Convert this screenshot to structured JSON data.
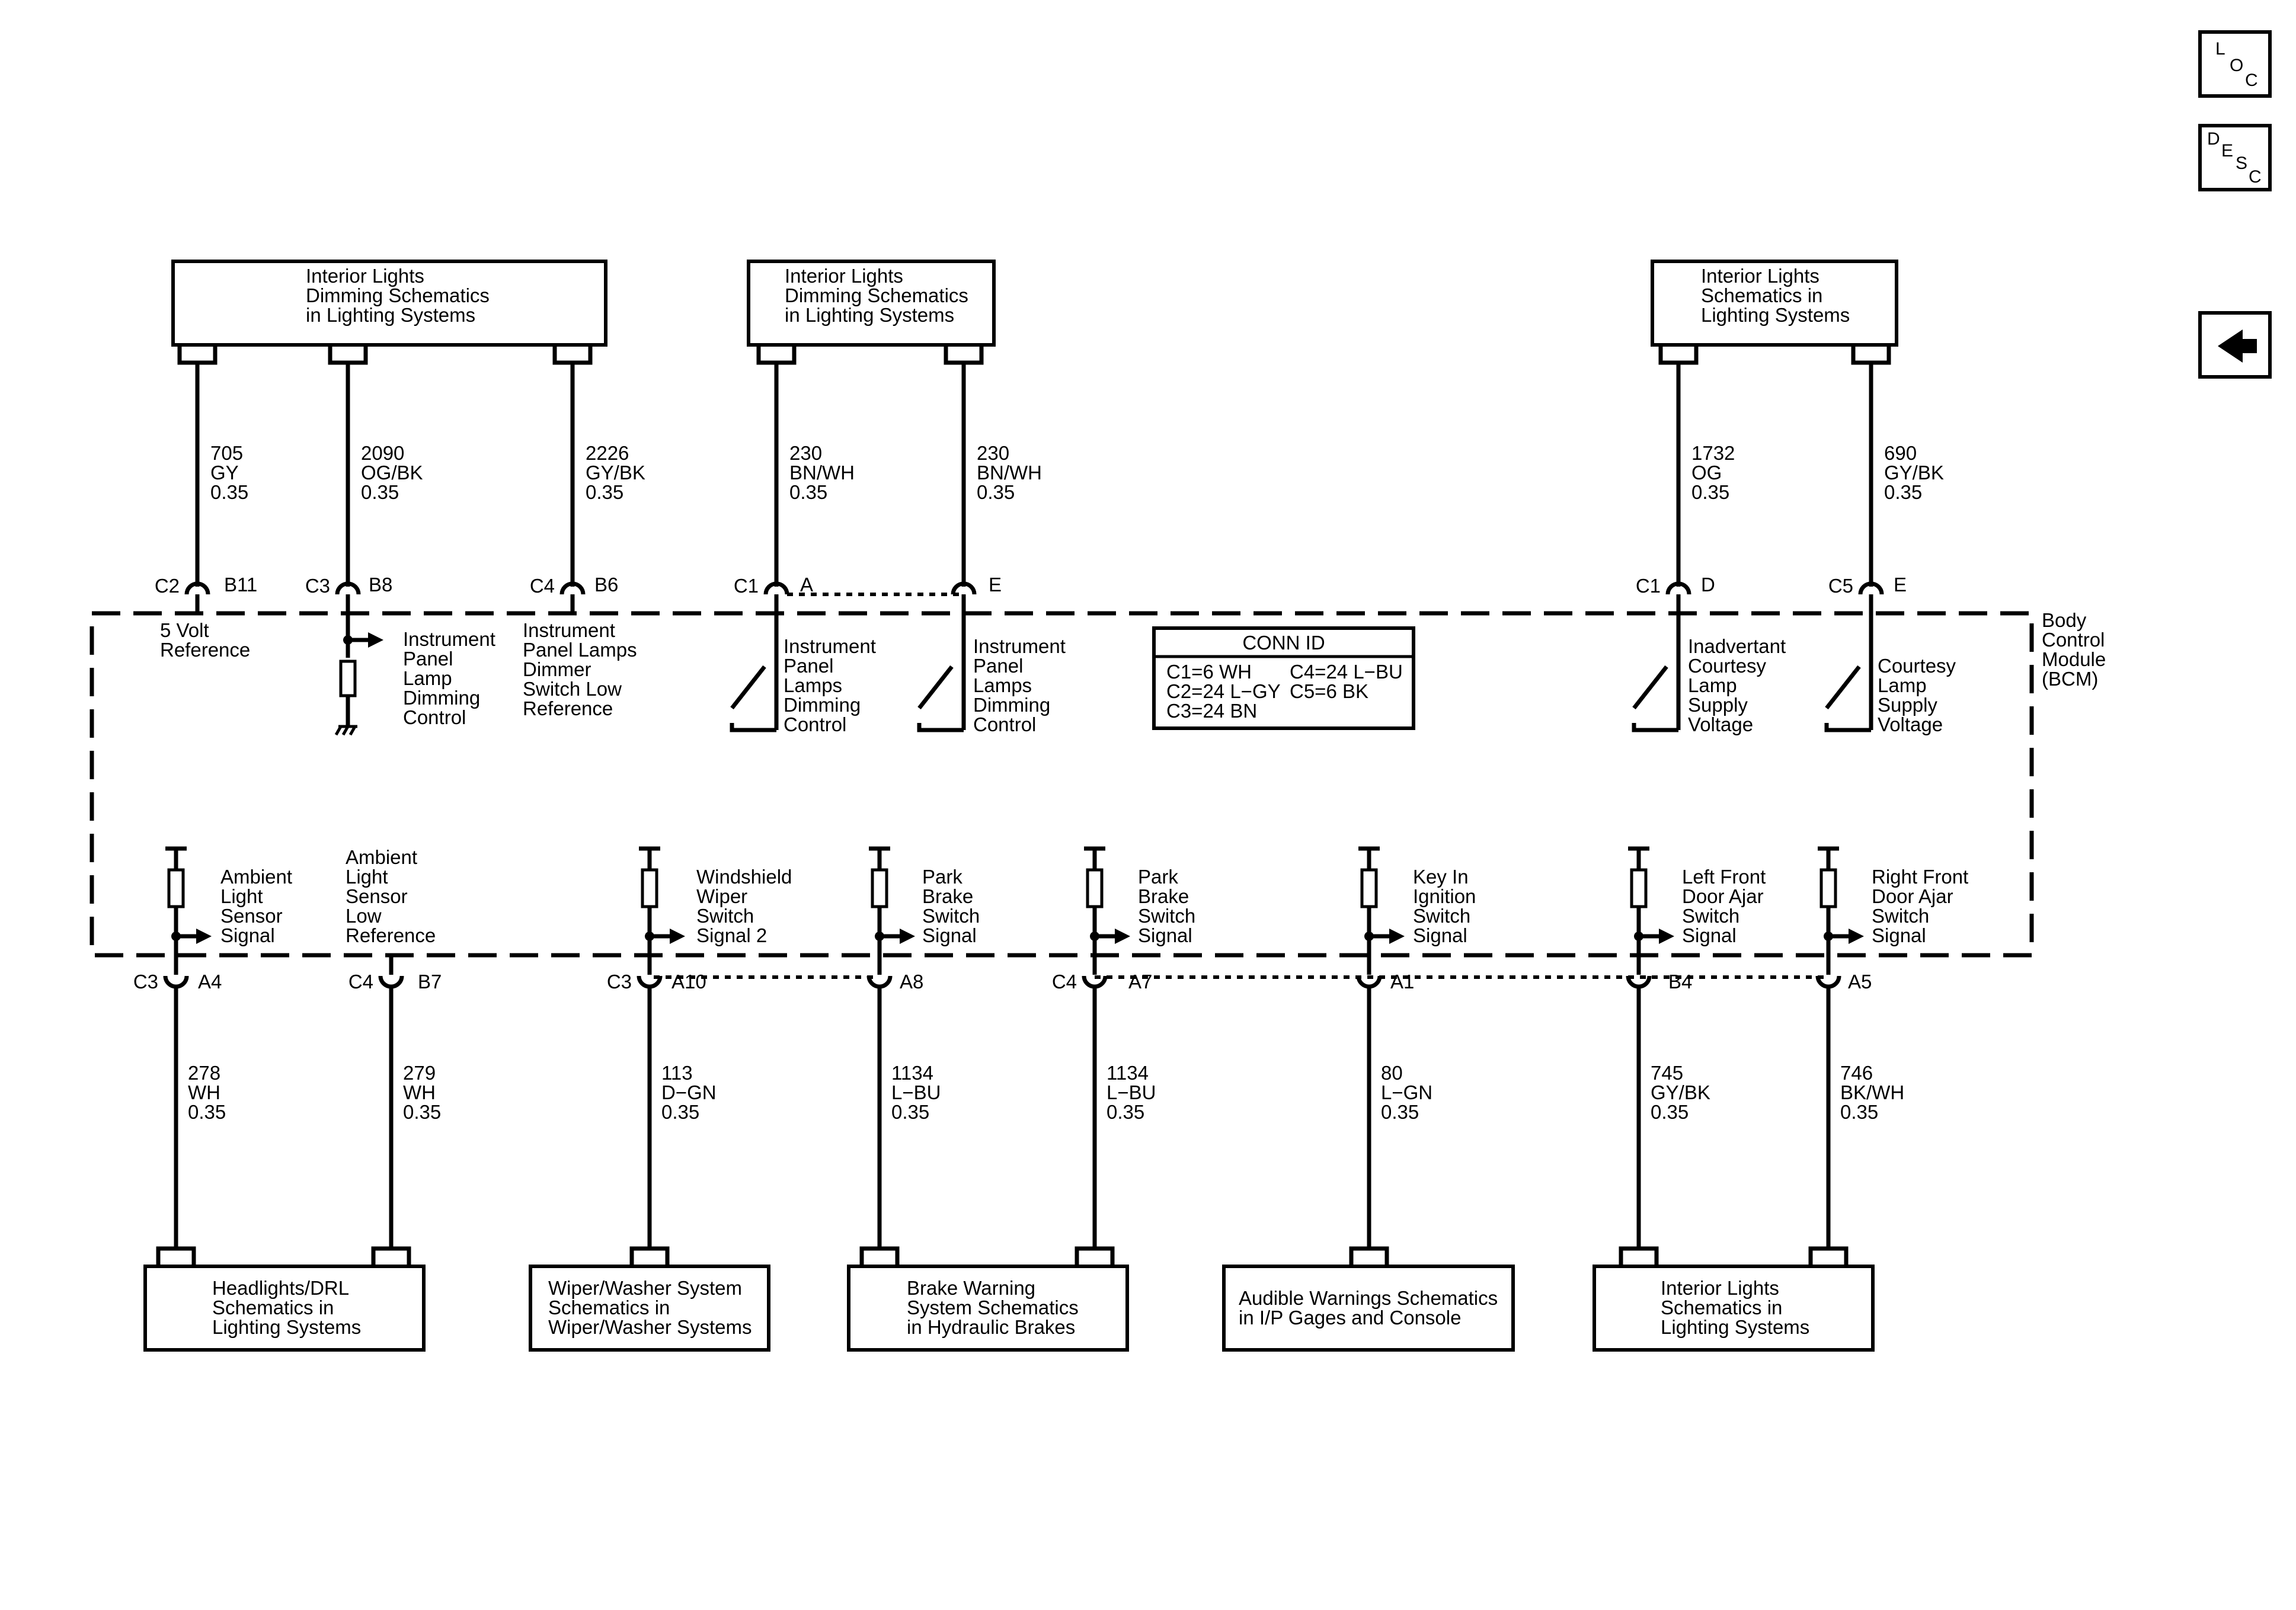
{
  "nav": {
    "loc": [
      "L",
      "O",
      "C"
    ],
    "desc": [
      "D",
      "E",
      "S",
      "C"
    ],
    "back_icon": "left-arrow-icon"
  },
  "top_boxes": [
    {
      "lines": [
        "Interior Lights",
        "Dimming Schematics",
        "in Lighting Systems"
      ]
    },
    {
      "lines": [
        "Interior Lights",
        "Dimming Schematics",
        "in Lighting Systems"
      ]
    },
    {
      "lines": [
        "Interior Lights",
        "Schematics in",
        "Lighting Systems"
      ]
    }
  ],
  "bottom_boxes": [
    {
      "lines": [
        "Headlights/DRL",
        "Schematics in",
        "Lighting Systems"
      ]
    },
    {
      "lines": [
        "Wiper/Washer System",
        "Schematics in",
        "Wiper/Washer Systems"
      ]
    },
    {
      "lines": [
        "Brake Warning",
        "System Schematics",
        "in Hydraulic Brakes"
      ]
    },
    {
      "lines": [
        "Audible Warnings Schematics",
        "in I/P Gages and Console"
      ]
    },
    {
      "lines": [
        "Interior Lights",
        "Schematics in",
        "Lighting Systems"
      ]
    }
  ],
  "module": {
    "lines": [
      "Body",
      "Control",
      "Module",
      "(BCM)"
    ]
  },
  "conn_id": {
    "title": "CONN ID",
    "rows": [
      [
        "C1=6 WH",
        "C4=24 L−BU"
      ],
      [
        "C2=24 L−GY",
        "C5=6 BK"
      ],
      [
        "C3=24 BN",
        ""
      ]
    ]
  },
  "top_wires": [
    {
      "circuit": "705",
      "color": "GY",
      "size": "0.35",
      "conn": "C2",
      "pin": "B11",
      "label": [
        "5 Volt",
        "Reference"
      ]
    },
    {
      "circuit": "2090",
      "color": "OG/BK",
      "size": "0.35",
      "conn": "C3",
      "pin": "B8",
      "label": [
        "Instrument",
        "Panel",
        "Lamp",
        "Dimming",
        "Control"
      ]
    },
    {
      "circuit": "2226",
      "color": "GY/BK",
      "size": "0.35",
      "conn": "C4",
      "pin": "B6",
      "label": [
        "Instrument",
        "Panel Lamps",
        "Dimmer",
        "Switch Low",
        "Reference"
      ]
    },
    {
      "circuit": "230",
      "color": "BN/WH",
      "size": "0.35",
      "conn": "C1",
      "pin": "A",
      "label": [
        "Instrument",
        "Panel",
        "Lamps",
        "Dimming",
        "Control"
      ]
    },
    {
      "circuit": "230",
      "color": "BN/WH",
      "size": "0.35",
      "conn": "",
      "pin": "E",
      "label": [
        "Instrument",
        "Panel",
        "Lamps",
        "Dimming",
        "Control"
      ]
    },
    {
      "circuit": "1732",
      "color": "OG",
      "size": "0.35",
      "conn": "C1",
      "pin": "D",
      "label": [
        "Inadvertant",
        "Courtesy",
        "Lamp",
        "Supply",
        "Voltage"
      ]
    },
    {
      "circuit": "690",
      "color": "GY/BK",
      "size": "0.35",
      "conn": "C5",
      "pin": "E",
      "label": [
        "Courtesy",
        "Lamp",
        "Supply",
        "Voltage"
      ]
    }
  ],
  "bottom_wires": [
    {
      "circuit": "278",
      "color": "WH",
      "size": "0.35",
      "conn": "C3",
      "pin": "A4",
      "label": [
        "Ambient",
        "Light",
        "Sensor",
        "Signal"
      ]
    },
    {
      "circuit": "279",
      "color": "WH",
      "size": "0.35",
      "conn": "C4",
      "pin": "B7",
      "label": [
        "Ambient",
        "Light",
        "Sensor",
        "Low",
        "Reference"
      ]
    },
    {
      "circuit": "113",
      "color": "D−GN",
      "size": "0.35",
      "conn": "C3",
      "pin": "A10",
      "label": [
        "Windshield",
        "Wiper",
        "Switch",
        "Signal 2"
      ]
    },
    {
      "circuit": "1134",
      "color": "L−BU",
      "size": "0.35",
      "conn": "",
      "pin": "A8",
      "label": [
        "Park",
        "Brake",
        "Switch",
        "Signal"
      ]
    },
    {
      "circuit": "1134",
      "color": "L−BU",
      "size": "0.35",
      "conn": "C4",
      "pin": "A7",
      "label": [
        "Park",
        "Brake",
        "Switch",
        "Signal"
      ]
    },
    {
      "circuit": "80",
      "color": "L−GN",
      "size": "0.35",
      "conn": "",
      "pin": "A1",
      "label": [
        "Key In",
        "Ignition",
        "Switch",
        "Signal"
      ]
    },
    {
      "circuit": "745",
      "color": "GY/BK",
      "size": "0.35",
      "conn": "",
      "pin": "B4",
      "label": [
        "Left Front",
        "Door Ajar",
        "Switch",
        "Signal"
      ]
    },
    {
      "circuit": "746",
      "color": "BK/WH",
      "size": "0.35",
      "conn": "",
      "pin": "A5",
      "label": [
        "Right Front",
        "Door Ajar",
        "Switch",
        "Signal"
      ]
    }
  ]
}
